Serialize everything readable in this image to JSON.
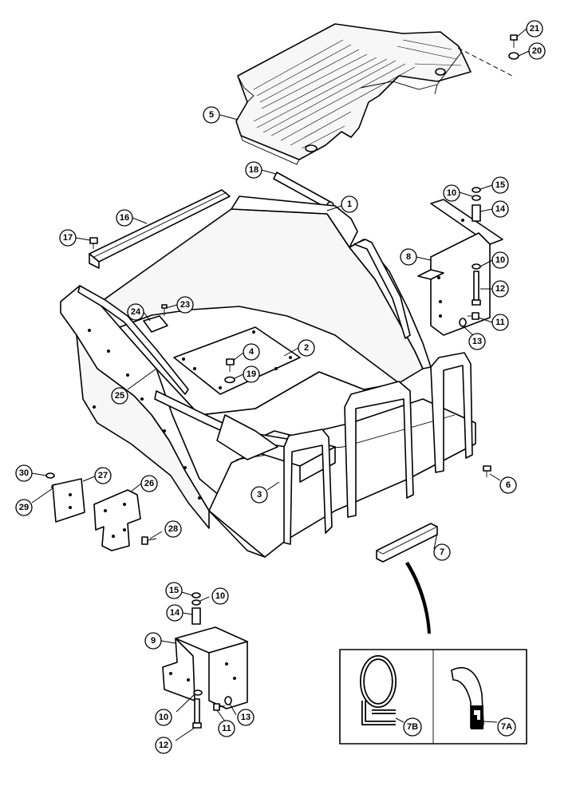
{
  "callouts": [
    {
      "id": "c21",
      "label": "21"
    },
    {
      "id": "c20",
      "label": "20"
    },
    {
      "id": "c5",
      "label": "5"
    },
    {
      "id": "c18",
      "label": "18"
    },
    {
      "id": "c1",
      "label": "1"
    },
    {
      "id": "c10a",
      "label": "10"
    },
    {
      "id": "c15a",
      "label": "15"
    },
    {
      "id": "c14a",
      "label": "14"
    },
    {
      "id": "c16",
      "label": "16"
    },
    {
      "id": "c17",
      "label": "17"
    },
    {
      "id": "c8",
      "label": "8"
    },
    {
      "id": "c10b",
      "label": "10"
    },
    {
      "id": "c12a",
      "label": "12"
    },
    {
      "id": "c24",
      "label": "24"
    },
    {
      "id": "c23",
      "label": "23"
    },
    {
      "id": "c11a",
      "label": "11"
    },
    {
      "id": "c13a",
      "label": "13"
    },
    {
      "id": "c4",
      "label": "4"
    },
    {
      "id": "c2",
      "label": "2"
    },
    {
      "id": "c19",
      "label": "19"
    },
    {
      "id": "c25",
      "label": "25"
    },
    {
      "id": "c6",
      "label": "6"
    },
    {
      "id": "c30",
      "label": "30"
    },
    {
      "id": "c27",
      "label": "27"
    },
    {
      "id": "c26",
      "label": "26"
    },
    {
      "id": "c29",
      "label": "29"
    },
    {
      "id": "c3",
      "label": "3"
    },
    {
      "id": "c28",
      "label": "28"
    },
    {
      "id": "c7",
      "label": "7"
    },
    {
      "id": "c15b",
      "label": "15"
    },
    {
      "id": "c10c",
      "label": "10"
    },
    {
      "id": "c14b",
      "label": "14"
    },
    {
      "id": "c9",
      "label": "9"
    },
    {
      "id": "c10d",
      "label": "10"
    },
    {
      "id": "c11b",
      "label": "11"
    },
    {
      "id": "c13b",
      "label": "13"
    },
    {
      "id": "c12b",
      "label": "12"
    },
    {
      "id": "c7b",
      "label": "7B"
    },
    {
      "id": "c7a",
      "label": "7A"
    }
  ]
}
